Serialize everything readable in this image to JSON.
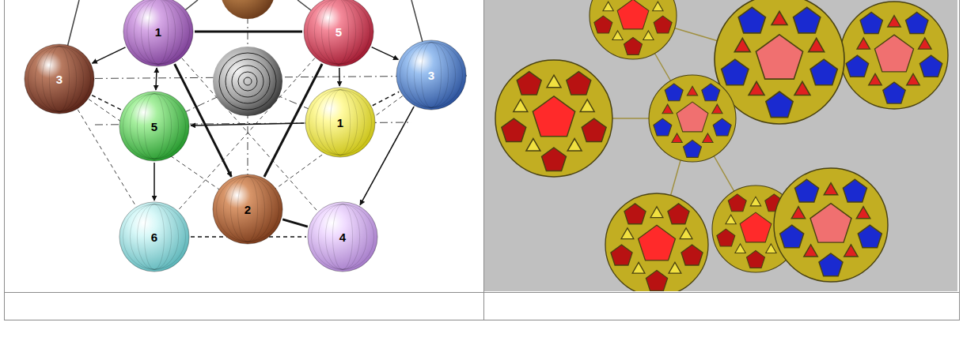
{
  "diagram": {
    "nodes": [
      {
        "text": [
          "1"
        ]
      },
      {
        "text": [
          "5"
        ]
      },
      {
        "text": [
          "3"
        ]
      },
      {
        "text": [
          "3"
        ]
      },
      {
        "text": [
          "5"
        ]
      },
      {
        "text": [
          "1"
        ]
      },
      {
        "text": [
          "2"
        ]
      },
      {
        "text": [
          "6"
        ]
      },
      {
        "text": [
          "4"
        ]
      }
    ],
    "edges": [
      {
        "from": 0,
        "to": 1,
        "arrow": "none"
      },
      {
        "from": 0,
        "to": 6,
        "arrow": "to"
      },
      {
        "from": 1,
        "to": 6,
        "arrow": "none"
      },
      {
        "from": 0,
        "to": 2,
        "arrow": "to"
      },
      {
        "from": 0,
        "to": 4,
        "arrow": "both"
      },
      {
        "from": 1,
        "to": 5,
        "arrow": "to"
      },
      {
        "from": 1,
        "to": 3,
        "arrow": "to"
      },
      {
        "from": 4,
        "to": 7,
        "arrow": "to"
      },
      {
        "from": 3,
        "to": 8,
        "arrow": "to"
      },
      {
        "from": 5,
        "to": 4,
        "arrow": "to"
      },
      {
        "from": 6,
        "to": 8,
        "arrow": "none"
      },
      {
        "from": 7,
        "to": 8,
        "arrow": "none"
      },
      {
        "from": 2,
        "to": 4,
        "arrow": "none"
      },
      {
        "from": 5,
        "to": 3,
        "arrow": "none"
      }
    ]
  }
}
